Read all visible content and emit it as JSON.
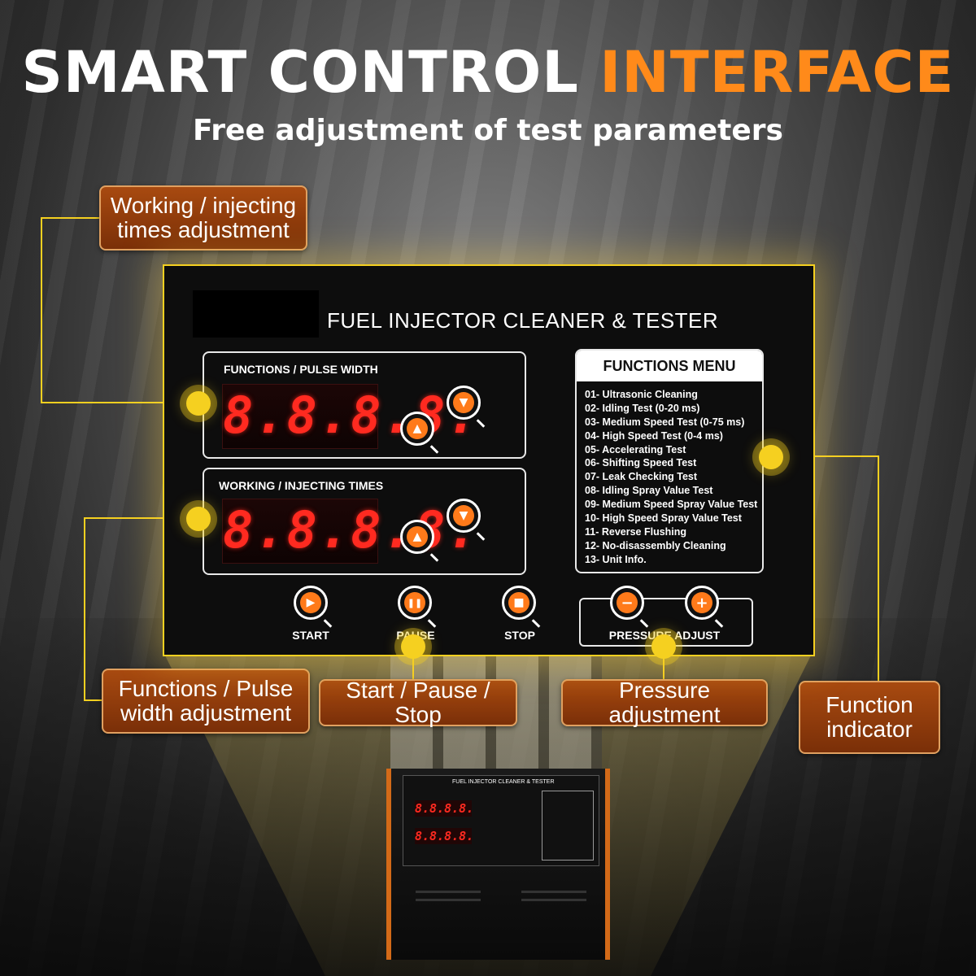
{
  "header": {
    "title_main": "SMART CONTROL ",
    "title_accent": "INTERFACE",
    "subtitle": "Free adjustment of test parameters",
    "accent_color": "#ff8a1a"
  },
  "callouts": {
    "working_times": [
      "Working / injecting",
      "times adjustment"
    ],
    "functions_pulse": [
      "Functions / Pulse",
      "width adjustment"
    ],
    "start_pause_stop": "Start / Pause / Stop",
    "pressure": "Pressure adjustment",
    "function_indicator": [
      "Function",
      "indicator"
    ]
  },
  "panel": {
    "title": "FUEL INJECTOR CLEANER & TESTER",
    "functions_label": "FUNCTIONS / PULSE WIDTH",
    "functions_display": "8.8.8.8.",
    "working_label": "WORKING / INJECTING TIMES",
    "working_display": "8.8.8.8.",
    "start_label": "START",
    "pause_label": "PAUSE",
    "stop_label": "STOP",
    "pressure_label": "PRESSURE ADJUST",
    "menu": {
      "title": "FUNCTIONS MENU",
      "items": [
        "01- Ultrasonic Cleaning",
        "02- Idling Test (0-20 ms)",
        "03- Medium Speed Test (0-75 ms)",
        "04- High Speed Test (0-4 ms)",
        "05- Accelerating Test",
        "06- Shifting Speed Test",
        "07- Leak Checking Test",
        "08- Idling Spray Value Test",
        "09- Medium Speed Spray Value Test",
        "10- High Speed Spray Value Test",
        "11- Reverse Flushing",
        "12- No-disassembly Cleaning",
        "13- Unit Info."
      ]
    }
  },
  "machine": {
    "title": "FUEL INJECTOR CLEANER & TESTER",
    "display_1": "8.8.8.8.",
    "display_2": "8.8.8.8."
  },
  "icons": {
    "up": "▲",
    "down": "▼",
    "play": "▶",
    "pause": "❚❚",
    "stop": "■",
    "minus": "−",
    "plus": "+"
  }
}
